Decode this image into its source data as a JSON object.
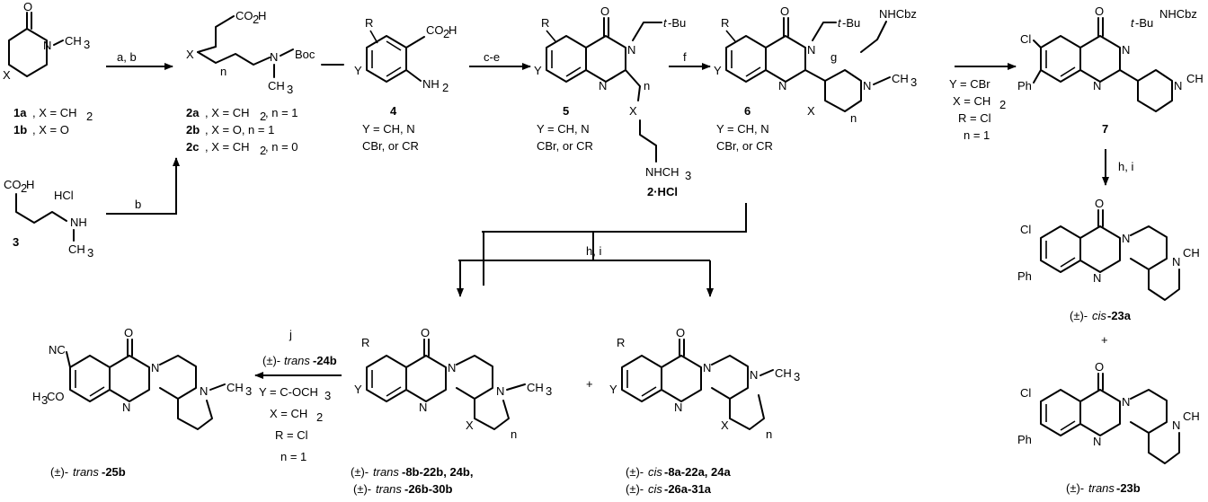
{
  "scheme": {
    "reagents": {
      "step1": "a, b",
      "step2": "b",
      "step3": "c-e",
      "step4": "f",
      "step5": "g",
      "step6": "h, i",
      "step7": "h, i",
      "step8": "j"
    },
    "atoms": {
      "O": "O",
      "N": "N",
      "X": "X",
      "Y": "Y",
      "R": "R",
      "CH3": "CH",
      "sub3": "3",
      "CO2H": "CO",
      "sub2": "2",
      "H": "H",
      "Boc": "Boc",
      "n": "n",
      "NH2": "NH",
      "HCl": "HCl",
      "NH": "NH",
      "tBu_t": "t",
      "tBu": "-Bu",
      "NHCbz": "NHCbz",
      "NHCH3": "NHCH",
      "Cl": "Cl",
      "Ph": "Ph",
      "NC": "NC",
      "H3CO": "H",
      "H3CO_b": "CO"
    },
    "compounds": {
      "c1a": "1a",
      "c1a_eq": ", X = CH",
      "c1b": "1b",
      "c1b_eq": ", X = O",
      "c2a": "2a",
      "c2a_eq": ", X = CH",
      "c2a_n": ", n = 1",
      "c2b": "2b",
      "c2b_eq": ", X = O, n = 1",
      "c2c": "2c",
      "c2c_eq": ", X = CH",
      "c2c_n": ", n = 0",
      "c3": "3",
      "c4": "4",
      "c4_y": "Y = CH, N",
      "c4_y2": "CBr, or CR",
      "c5": "5",
      "c5_y": "Y = CH, N",
      "c5_y2": "CBr, or CR",
      "c6": "6",
      "c6_y": "Y = CH, N",
      "c6_y2": "CBr, or CR",
      "c2hcl": "2·HCl",
      "c7": "7",
      "g_cond1": "Y = CBr",
      "g_cond2": "X = CH",
      "g_cond3": "R = Cl",
      "g_cond4": "n = 1",
      "j_cond0": "(±)-",
      "j_cond0b": "trans",
      "j_cond0c": "-24b",
      "j_cond1": "Y = C-OCH",
      "j_cond2": "X = CH",
      "j_cond3": "R = Cl",
      "j_cond4": "n = 1",
      "trans_pre": "(±)-",
      "trans_it": "trans",
      "trans_a": "-8b-22b, 24b,",
      "trans_pre2": "(±)-",
      "trans_b": "-26b-30b",
      "cis_pre": "(±)-",
      "cis_it": "cis",
      "cis_a": "-8a-22a, 24a",
      "cis_b": "-26a-31a",
      "c23a_pre": "(±)-",
      "c23a_it": "cis",
      "c23a": "-23a",
      "plus": "+",
      "c23b_pre": "(±)-",
      "c23b_it": "trans",
      "c23b": "-23b",
      "c25b_pre": "(±)-",
      "c25b_it": "trans",
      "c25b": "-25b"
    }
  }
}
